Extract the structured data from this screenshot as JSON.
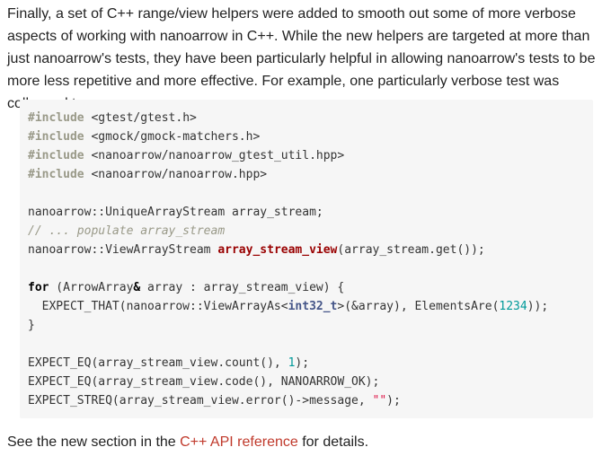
{
  "intro_paragraph": "Finally, a set of C++ range/view helpers were added to smooth out some of more verbose aspects of working with nanoarrow in C++. While the new helpers are targeted at more than just nanoarrow's tests, they have been particularly helpful in allowing nanoarrow's tests to be more less repetitive and more effective. For example, one particularly verbose test was collapsed to:",
  "code_lines": [
    [
      {
        "t": "#include",
        "c": "pp"
      },
      {
        "t": " <gtest/gtest.h>",
        "c": ""
      }
    ],
    [
      {
        "t": "#include",
        "c": "pp"
      },
      {
        "t": " <gmock/gmock-matchers.h>",
        "c": ""
      }
    ],
    [
      {
        "t": "#include",
        "c": "pp"
      },
      {
        "t": " <nanoarrow/nanoarrow_gtest_util.hpp>",
        "c": ""
      }
    ],
    [
      {
        "t": "#include",
        "c": "pp"
      },
      {
        "t": " <nanoarrow/nanoarrow.hpp>",
        "c": ""
      }
    ],
    [],
    [
      {
        "t": "nanoarrow::UniqueArrayStream array_stream;",
        "c": ""
      }
    ],
    [
      {
        "t": "// ... populate array_stream",
        "c": "com"
      }
    ],
    [
      {
        "t": "nanoarrow::ViewArrayStream ",
        "c": ""
      },
      {
        "t": "array_stream_view",
        "c": "fn"
      },
      {
        "t": "(array_stream.get());",
        "c": ""
      }
    ],
    [],
    [
      {
        "t": "for",
        "c": "kw"
      },
      {
        "t": " (ArrowArray",
        "c": ""
      },
      {
        "t": "&",
        "c": "kw"
      },
      {
        "t": " array : array_stream_view) {",
        "c": ""
      }
    ],
    [
      {
        "t": "  EXPECT_THAT(nanoarrow::ViewArrayAs<",
        "c": ""
      },
      {
        "t": "int32_t",
        "c": "type"
      },
      {
        "t": ">(&array), ElementsAre(",
        "c": ""
      },
      {
        "t": "1234",
        "c": "num"
      },
      {
        "t": "));",
        "c": ""
      }
    ],
    [
      {
        "t": "}",
        "c": ""
      }
    ],
    [],
    [
      {
        "t": "EXPECT_EQ(array_stream_view.count(), ",
        "c": ""
      },
      {
        "t": "1",
        "c": "num"
      },
      {
        "t": ");",
        "c": ""
      }
    ],
    [
      {
        "t": "EXPECT_EQ(array_stream_view.code(), NANOARROW_OK);",
        "c": ""
      }
    ],
    [
      {
        "t": "EXPECT_STREQ(array_stream_view.error()->message, ",
        "c": ""
      },
      {
        "t": "\"\"",
        "c": "str"
      },
      {
        "t": ");",
        "c": ""
      }
    ]
  ],
  "outro": {
    "before": "See the new section in the ",
    "link": "C++ API reference",
    "after": " for details."
  },
  "colors": {
    "link": "#c0392b",
    "code_background": "#f6f6f6",
    "keyword": "#000000",
    "preprocessor": "#999988",
    "comment": "#999988",
    "function_name": "#990000",
    "number": "#009999",
    "string": "#dd1144",
    "type": "#445588"
  }
}
